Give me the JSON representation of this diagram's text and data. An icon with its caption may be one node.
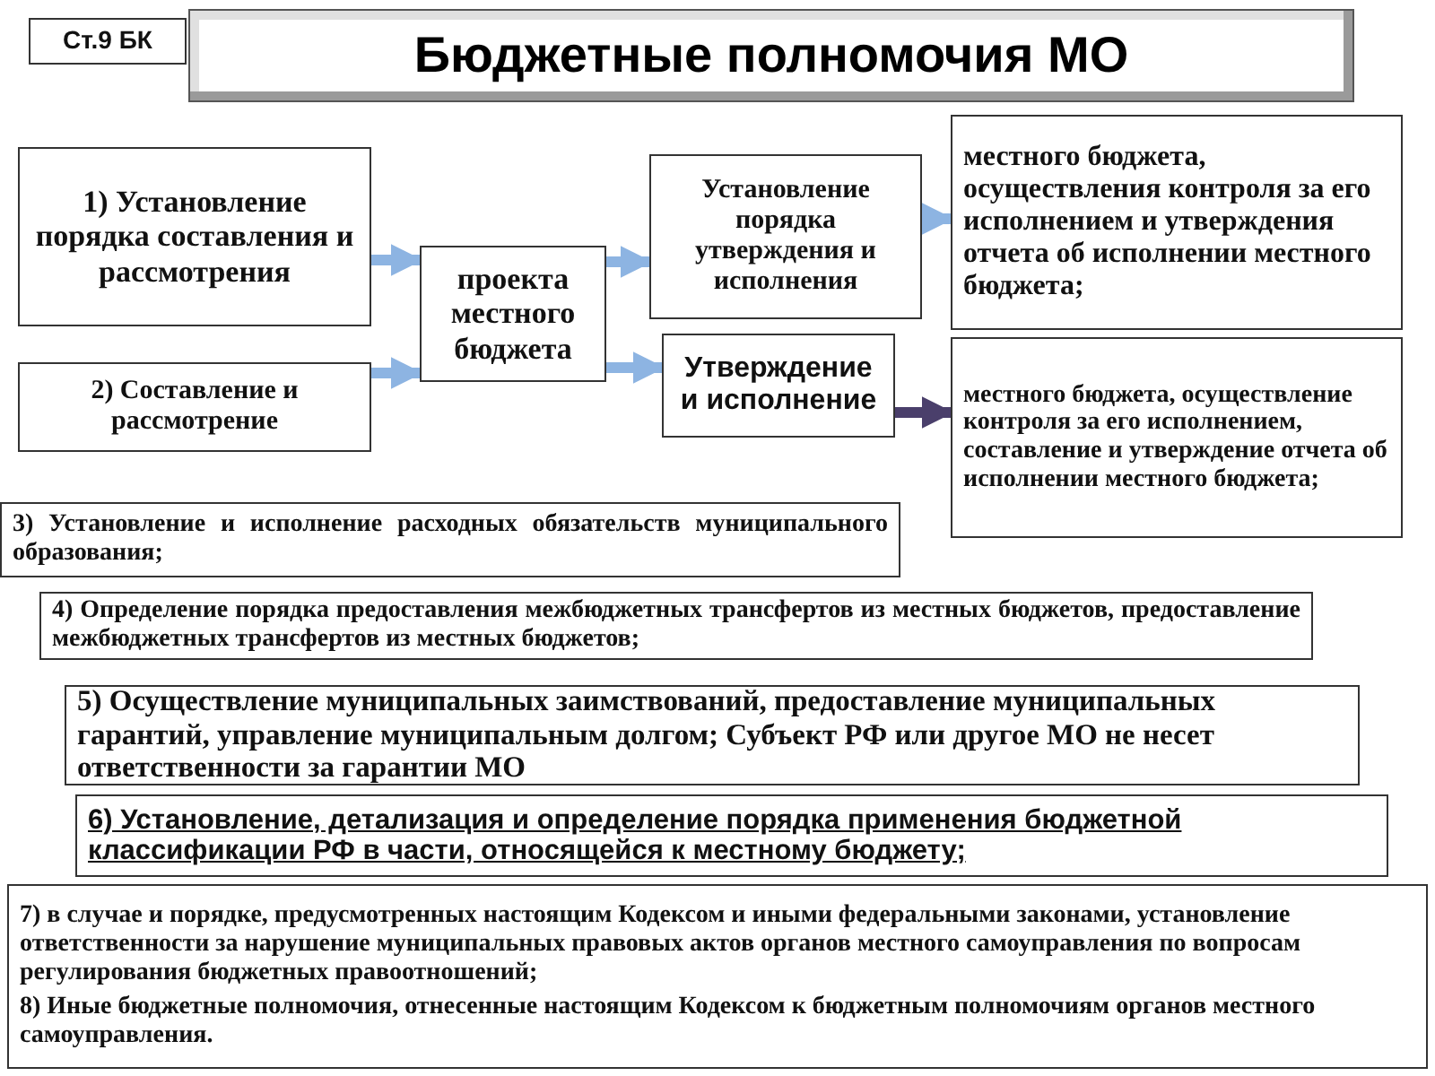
{
  "diagram": {
    "title": "Бюджетные полномочия МО",
    "nodes": [
      {
        "text": [
          "Ст.9 БК"
        ]
      },
      {
        "text": [
          "1) Установление порядка составления и рассмотрения"
        ]
      },
      {
        "text": [
          "2) Составление и рассмотрение"
        ]
      },
      {
        "text": [
          "проекта местного бюджета"
        ]
      },
      {
        "text": [
          "Установление порядка утверждения и исполнения"
        ]
      },
      {
        "text": [
          "Утверждение и исполнение"
        ]
      },
      {
        "text": [
          "местного бюджета, осуществления контроля за его исполнением и утверждения отчета об исполнении местного бюджета;"
        ]
      },
      {
        "text": [
          "местного бюджета, осуществление контроля за его исполнением, составление и утверждение отчета об исполнении местного бюджета;"
        ]
      },
      {
        "text": [
          "3) Установление и исполнение расходных обязательств муниципального образования;"
        ]
      },
      {
        "text": [
          "4) Определение порядка предоставления межбюджетных трансфертов из местных бюджетов, предоставление межбюджетных трансфертов из местных бюджетов;"
        ]
      },
      {
        "text": [
          "5) Осуществление муниципальных заимствований, предоставление муниципальных гарантий, управление муниципальным долгом; Субъект РФ или другое МО не несет ответственности за гарантии МО"
        ]
      },
      {
        "text": [
          "6) Установление, детализация и определение порядка применения бюджетной классификации РФ в части, относящейся к местному бюджету;"
        ]
      },
      {
        "text": [
          "7) в случае и порядке, предусмотренных настоящим Кодексом и иными федеральными законами, установление ответственности за нарушение муниципальных правовых актов органов местного самоуправления по вопросам регулирования бюджетных правоотношений;",
          "8) Иные бюджетные полномочия, отнесенные настоящим Кодексом к бюджетным полномочиям органов местного самоуправления."
        ]
      }
    ],
    "edges": [
      {
        "from": 1,
        "to": 3,
        "arrow": "to"
      },
      {
        "from": 2,
        "to": 3,
        "arrow": "to"
      },
      {
        "from": 3,
        "to": 4,
        "arrow": "to"
      },
      {
        "from": 3,
        "to": 5,
        "arrow": "to"
      },
      {
        "from": 4,
        "to": 6,
        "arrow": "to"
      },
      {
        "from": 5,
        "to": 7,
        "arrow": "to",
        "color": "#4a3f6b"
      }
    ]
  }
}
